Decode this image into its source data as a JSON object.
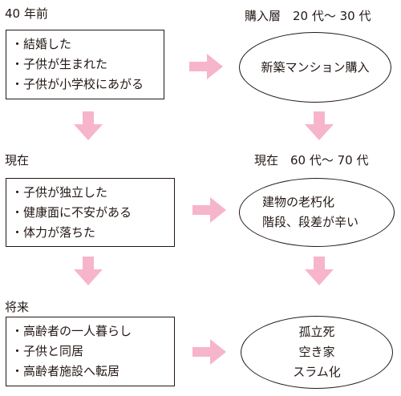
{
  "left": {
    "past": {
      "heading": "40 年前",
      "items": [
        "・結婚した",
        "・子供が生まれた",
        "・子供が小学校にあがる"
      ]
    },
    "present": {
      "heading": "現在",
      "items": [
        "・子供が独立した",
        "・健康面に不安がある",
        "・体力が落ちた"
      ]
    },
    "future": {
      "heading": "将来",
      "items": [
        "・高齢者の一人暮らし",
        "・子供と同居",
        "・高齢者施設へ転居"
      ]
    }
  },
  "right": {
    "past": {
      "heading": "購入層　20 代〜 30 代",
      "lines": [
        "新築マンション購入"
      ]
    },
    "present": {
      "heading": "現在　60 代〜 70 代",
      "lines": [
        "建物の老朽化",
        "階段、段差が辛い"
      ]
    },
    "future": {
      "lines": [
        "孤立死",
        "空き家",
        "スラム化"
      ]
    }
  },
  "colors": {
    "arrow": "#F6B5CB",
    "line": "#231815"
  }
}
